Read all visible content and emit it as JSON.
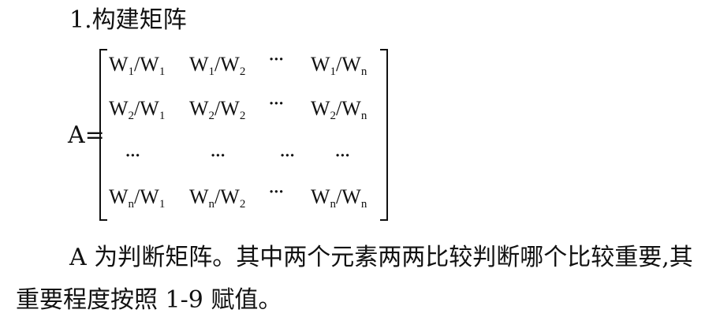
{
  "heading": "1.构建矩阵",
  "matrix": {
    "lhs": "A=",
    "row1": {
      "c1": "W",
      "s1a": "1",
      "sep1": "/W",
      "s1b": "1",
      "c2": "W",
      "s2a": "1",
      "sep2": "/W",
      "s2b": "2",
      "dots": "···",
      "cn": "W",
      "sna": "1",
      "sepn": "/W",
      "snb": "n"
    },
    "row2": {
      "c1": "W",
      "s1a": "2",
      "sep1": "/W",
      "s1b": "1",
      "c2": "W",
      "s2a": "2",
      "sep2": "/W",
      "s2b": "2",
      "dots": "···",
      "cn": "W",
      "sna": "2",
      "sepn": "/W",
      "snb": "n"
    },
    "row3": {
      "d1": "···",
      "d2": "···",
      "d3": "···",
      "d4": "···"
    },
    "row4": {
      "c1": "W",
      "s1a": "n",
      "sep1": "/W",
      "s1b": "1",
      "c2": "W",
      "s2a": "n",
      "sep2": "/W",
      "s2b": "2",
      "dots": "···",
      "cn": "W",
      "sna": "n",
      "sepn": "/W",
      "snb": "n"
    }
  },
  "paragraph": "A 为判断矩阵。其中两个元素两两比较判断哪个比较重要,其重要程度按照 1-9 赋值。"
}
